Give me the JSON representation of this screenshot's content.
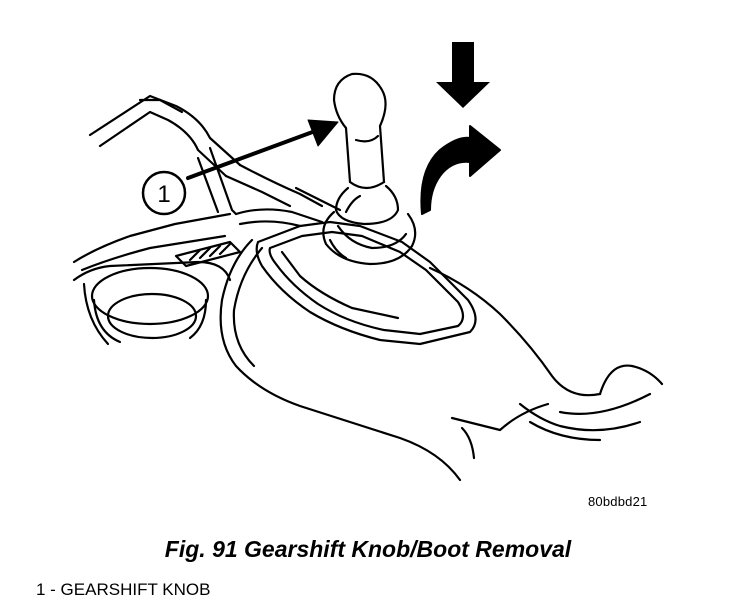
{
  "figure": {
    "ref_code": "80bdbd21",
    "caption": "Fig. 91 Gearshift Knob/Boot Removal",
    "callout_number": "1",
    "legend": [
      {
        "text": "1 - GEARSHIFT KNOB"
      }
    ]
  },
  "colors": {
    "line": "#000000",
    "background": "#ffffff"
  },
  "icons": {
    "push_arrow": "arrow-down-icon",
    "rotate_arrow": "curved-arrow-icon"
  }
}
